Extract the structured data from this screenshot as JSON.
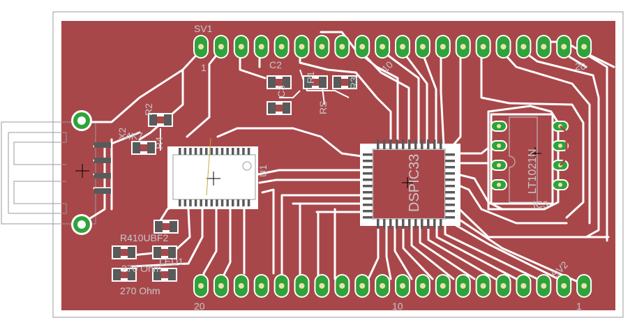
{
  "board": {
    "colors": {
      "background": "#ffffff",
      "board_outline": "#9a9a9a",
      "copper": "#a8474a",
      "clearance": "#ffffff",
      "pad_ring": "#2fa33a",
      "pad_hole": "#e8e2b0",
      "silkscreen": "#c8c8c8",
      "smd_pad": "#5a5a5a",
      "origin_cross": "#000000"
    }
  },
  "labels": {
    "sv1": "SV1",
    "sv1_pin1": "1",
    "sv1_pin10": "10",
    "sv1_pin20": "20",
    "sv2_pin1": "1",
    "sv2_pin10": "10",
    "sv2_pin20": "20",
    "sv2": "SV2",
    "c2": "C2",
    "c3": "C3",
    "r1": "R1",
    "r2": "R2",
    "r3": "R3",
    "r4": "R4",
    "r4_value": "4K7",
    "x2": "X2",
    "u1": "U1",
    "dspic": "DSPIC33",
    "ic3": "IC3",
    "lt_chip": "LT1021N",
    "r410": "R410UBF2",
    "led1": "LED1",
    "r270a": "270 Ohm",
    "r270b": "270 Ohm",
    "ohm_a": "270",
    "rs": "RS"
  }
}
